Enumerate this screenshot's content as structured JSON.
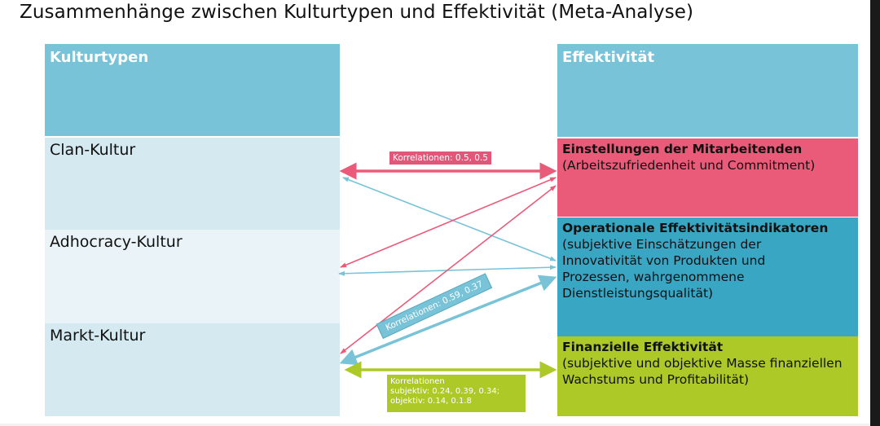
{
  "title": "Zusammenhänge zwischen Kulturtypen und Effektivität (Meta-Analyse)",
  "colors": {
    "header_blue": "#78C3D8",
    "culture_dark": "#D4E9F0",
    "culture_light": "#EAF4F8",
    "pink": "#EA5B7A",
    "teal": "#39A6C3",
    "green": "#ADC928",
    "arrow_blue": "#78C3D8"
  },
  "left_column": {
    "header": "Kulturtypen",
    "items": [
      {
        "label": "Clan-Kultur"
      },
      {
        "label": "Adhocracy-Kultur"
      },
      {
        "label": "Markt-Kultur"
      }
    ]
  },
  "right_column": {
    "header": "Effektivität",
    "items": [
      {
        "title": "Einstellungen der Mitarbeitenden",
        "description": "(Arbeitszufriedenheit und Commitment)"
      },
      {
        "title": "Operationale Effektivitätsindikatoren",
        "description": "(subjektive Einschätzungen der Innovativität von Produkten und Prozessen, wahrgenommene Dienstleistungsqualität)"
      },
      {
        "title": "Finanzielle Effektivität",
        "description": "(subjektive und objektive Masse finanziellen Wachstums und Profitabilität)"
      }
    ]
  },
  "correlation_labels": {
    "clan": "Korrelationen: 0.5, 0.5",
    "markt_operational": "Korrelationen: 0.59, 0.37",
    "markt_financial_line1": "Korrelationen",
    "markt_financial_line2": "subjektiv: 0.24, 0.39, 0.34;",
    "markt_financial_line3": "objektiv: 0.14, 0.1.8"
  }
}
